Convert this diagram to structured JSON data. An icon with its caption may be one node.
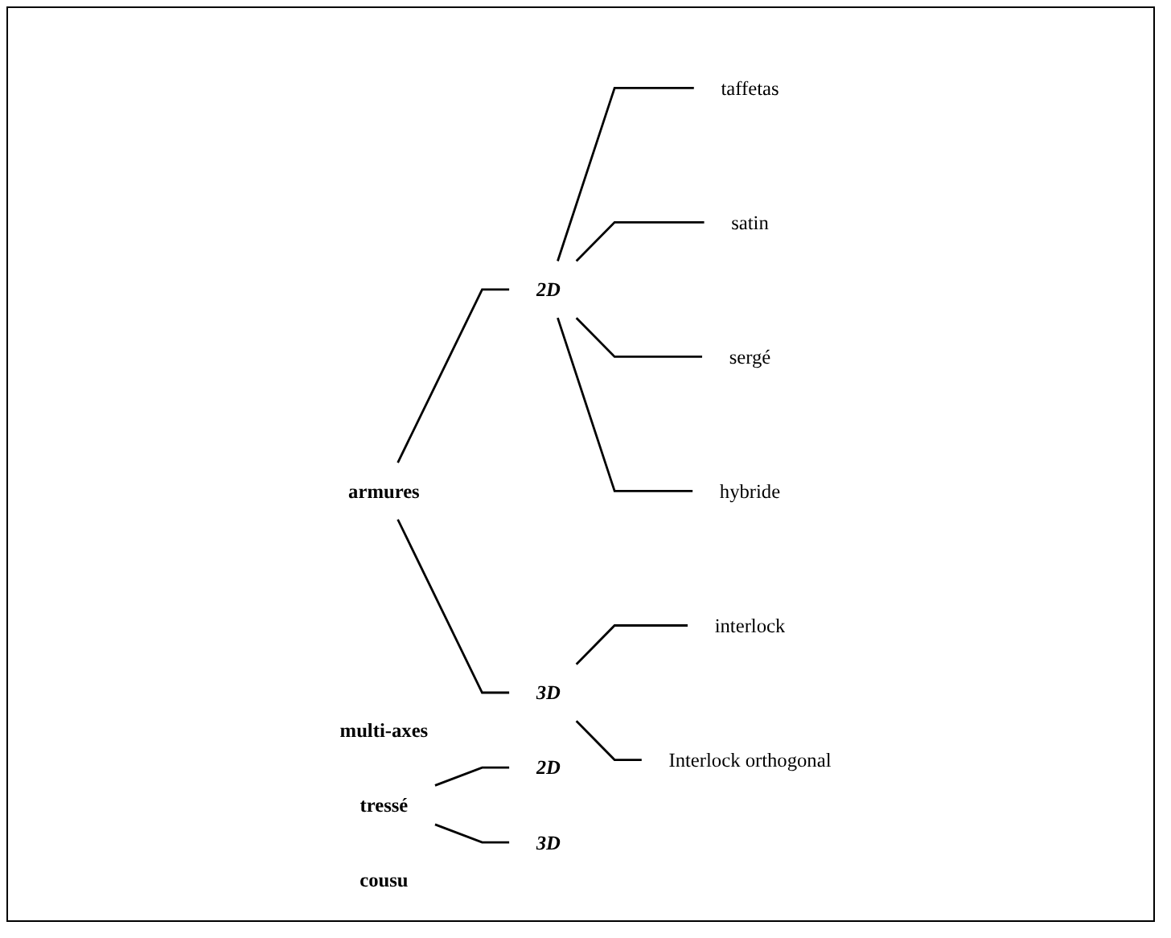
{
  "diagram": {
    "nodes": [
      {
        "text": [
          "armures"
        ]
      },
      {
        "text": [
          "2D"
        ]
      },
      {
        "text": [
          "3D"
        ]
      },
      {
        "text": [
          "taffetas"
        ]
      },
      {
        "text": [
          "satin"
        ]
      },
      {
        "text": [
          "sergé"
        ]
      },
      {
        "text": [
          "hybride"
        ]
      },
      {
        "text": [
          "interlock"
        ]
      },
      {
        "text": [
          "Interlock orthogonal"
        ]
      },
      {
        "text": [
          "multi-axes"
        ]
      },
      {
        "text": [
          "tressé"
        ]
      },
      {
        "text": [
          "2D"
        ]
      },
      {
        "text": [
          "3D"
        ]
      },
      {
        "text": [
          "cousu"
        ]
      }
    ],
    "edges": [
      {
        "from": 0,
        "to": 1,
        "arrow": "none"
      },
      {
        "from": 0,
        "to": 2,
        "arrow": "none"
      },
      {
        "from": 1,
        "to": 3,
        "arrow": "none"
      },
      {
        "from": 1,
        "to": 4,
        "arrow": "none"
      },
      {
        "from": 1,
        "to": 5,
        "arrow": "none"
      },
      {
        "from": 1,
        "to": 6,
        "arrow": "none"
      },
      {
        "from": 2,
        "to": 7,
        "arrow": "none"
      },
      {
        "from": 2,
        "to": 8,
        "arrow": "none"
      },
      {
        "from": 10,
        "to": 11,
        "arrow": "none"
      },
      {
        "from": 10,
        "to": 12,
        "arrow": "none"
      }
    ]
  }
}
